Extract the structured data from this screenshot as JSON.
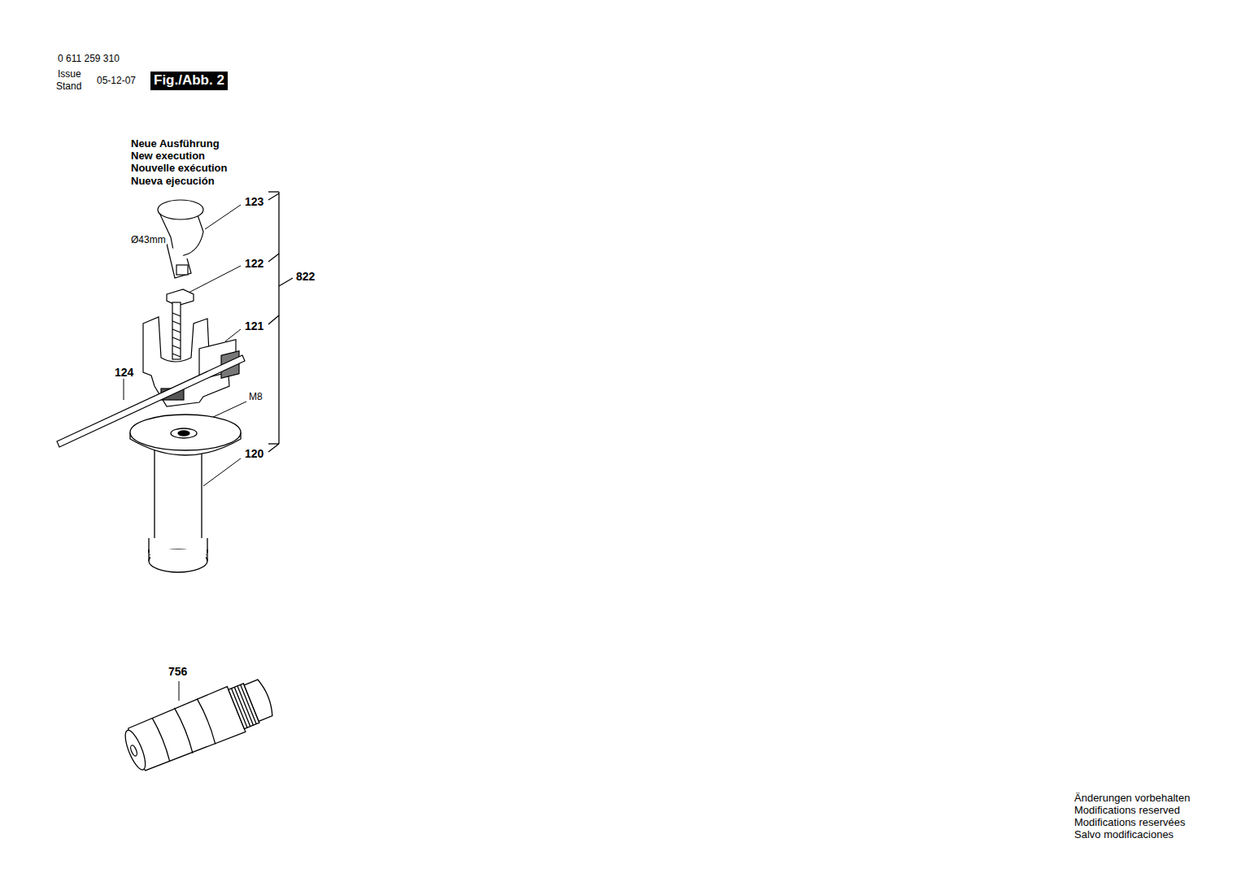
{
  "diagram": {
    "labels": [
      "0 611 259 310",
      "Issue",
      "Stand",
      "05-12-07",
      "Fig./Abb. 2",
      "Neue Ausführung",
      "New execution",
      "Nouvelle exécution",
      "Nueva ejecución",
      "123",
      "Ø43mm",
      "122",
      "822",
      "121",
      "124",
      "M8",
      "120",
      "756",
      "Änderungen vorbehalten",
      "Modifications reserved",
      "Modifications reservées",
      "Salvo modificaciones"
    ]
  }
}
